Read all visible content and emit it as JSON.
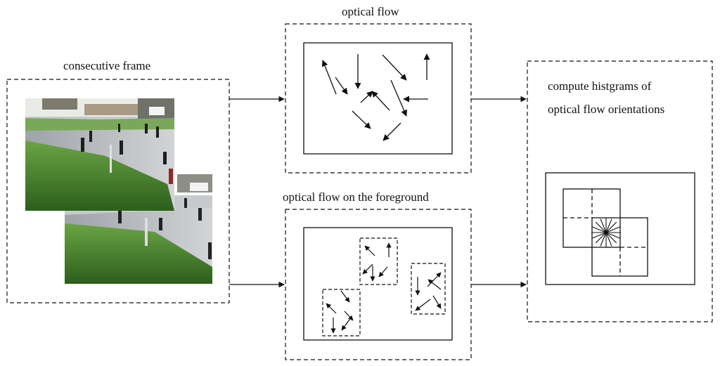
{
  "labels": {
    "consecutive_frame": "consecutive frame",
    "optical_flow": "optical flow",
    "optical_flow_foreground": "optical flow on the foreground",
    "histogram_line1": "compute histgrams of",
    "histogram_line2": "optical flow orientations"
  },
  "colors": {
    "stroke": "#111111",
    "grass_dark": "#2f6a1f",
    "grass_light": "#5c9a3a",
    "road": "#b9bcc0",
    "building": "#8b8f86"
  },
  "images": [
    {
      "name": "video-frame-1",
      "description": "people walking on a campus path"
    },
    {
      "name": "video-frame-2",
      "description": "people walking on a campus path"
    }
  ]
}
